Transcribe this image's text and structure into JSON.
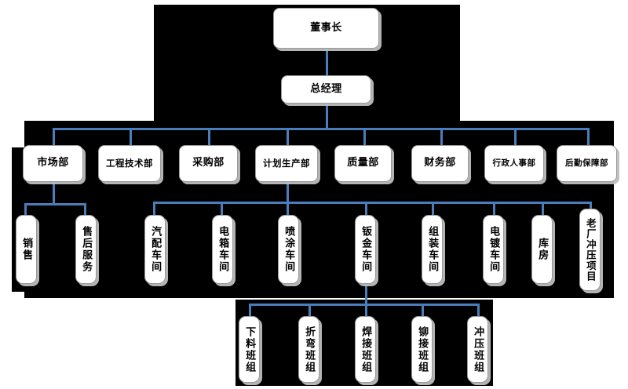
{
  "diagram": {
    "title_node": "董事长",
    "theme": {
      "background": "#ffffff",
      "plate": "#000000",
      "connector": "#4a7ebb",
      "node_fill": "#ffffff",
      "node_border": "#9a9a9a",
      "node_shadow": "#bebebe",
      "text": "#000000"
    }
  },
  "level1": {
    "chairman": "董事长"
  },
  "level2": {
    "general_manager": "总经理"
  },
  "departments": [
    {
      "label": "市场部"
    },
    {
      "label": "工程技术部"
    },
    {
      "label": "采购部"
    },
    {
      "label": "计划生产部"
    },
    {
      "label": "质量部"
    },
    {
      "label": "财务部"
    },
    {
      "label": "行政人事部"
    },
    {
      "label": "后勤保障部"
    }
  ],
  "market_units": [
    {
      "label": "销售"
    },
    {
      "label": "售后服务"
    }
  ],
  "production_units": [
    {
      "label": "汽配车间"
    },
    {
      "label": "电箱车间"
    },
    {
      "label": "喷涂车间"
    },
    {
      "label": "钣金车间"
    },
    {
      "label": "组装车间"
    },
    {
      "label": "电镀车间"
    },
    {
      "label": "库房"
    },
    {
      "label": "老厂冲压项目"
    }
  ],
  "sheet_metal_teams": [
    {
      "label": "下料班组"
    },
    {
      "label": "折弯班组"
    },
    {
      "label": "焊接班组"
    },
    {
      "label": "铆接班组"
    },
    {
      "label": "冲压班组"
    }
  ]
}
